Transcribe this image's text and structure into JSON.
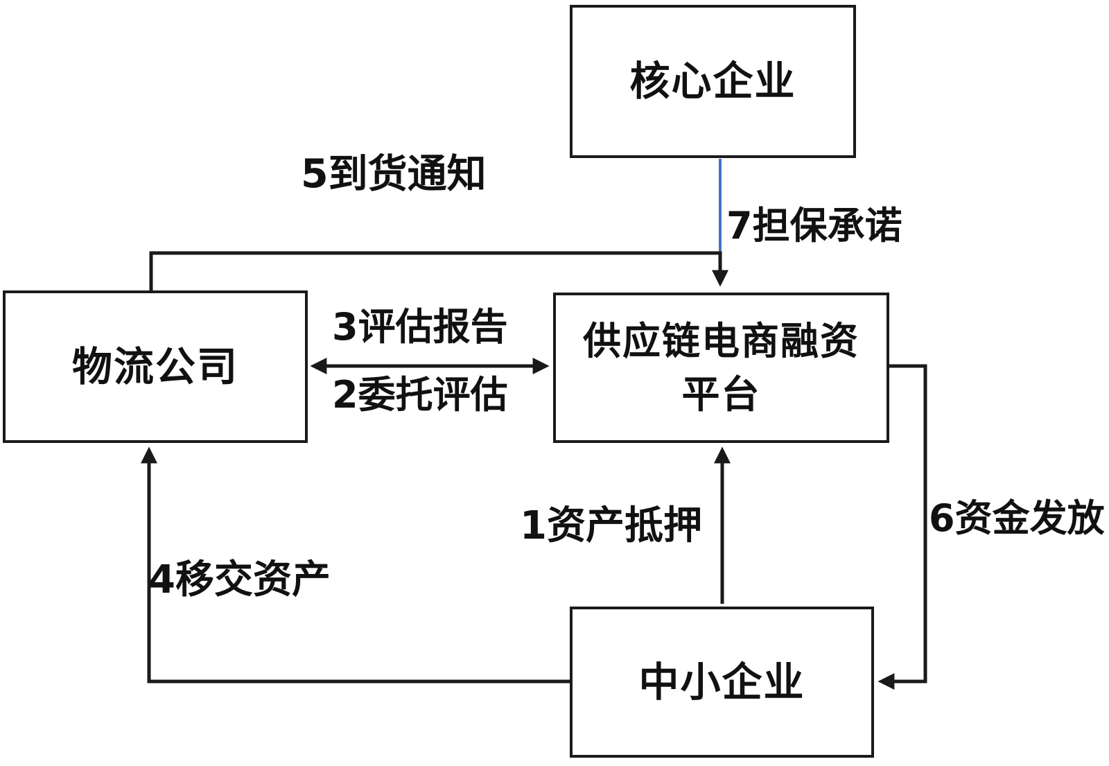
{
  "colors": {
    "line": "#1a1a1a",
    "guarantee_line": "#4472c4",
    "background": "#ffffff"
  },
  "nodes": {
    "core": {
      "label": "核心企业"
    },
    "logistics": {
      "label": "物流公司"
    },
    "platform": {
      "label_line1": "供应链电商融资",
      "label_line2": "平台"
    },
    "sme": {
      "label": "中小企业"
    }
  },
  "edges": {
    "pledge": {
      "label": "1资产抵押",
      "from": "中小企业",
      "to": "供应链电商融资平台"
    },
    "entrust": {
      "label": "2委托评估",
      "from": "供应链电商融资平台",
      "to": "物流公司"
    },
    "report": {
      "label": "3评估报告",
      "from": "物流公司",
      "to": "供应链电商融资平台"
    },
    "transfer": {
      "label": "4移交资产",
      "from": "中小企业",
      "to": "物流公司"
    },
    "arrival": {
      "label": "5到货通知",
      "from": "物流公司",
      "to": "供应链电商融资平台"
    },
    "funds": {
      "label": "6资金发放",
      "from": "供应链电商融资平台",
      "to": "中小企业"
    },
    "guarantee": {
      "label": "7担保承诺",
      "from": "核心企业",
      "to": "供应链电商融资平台"
    }
  }
}
